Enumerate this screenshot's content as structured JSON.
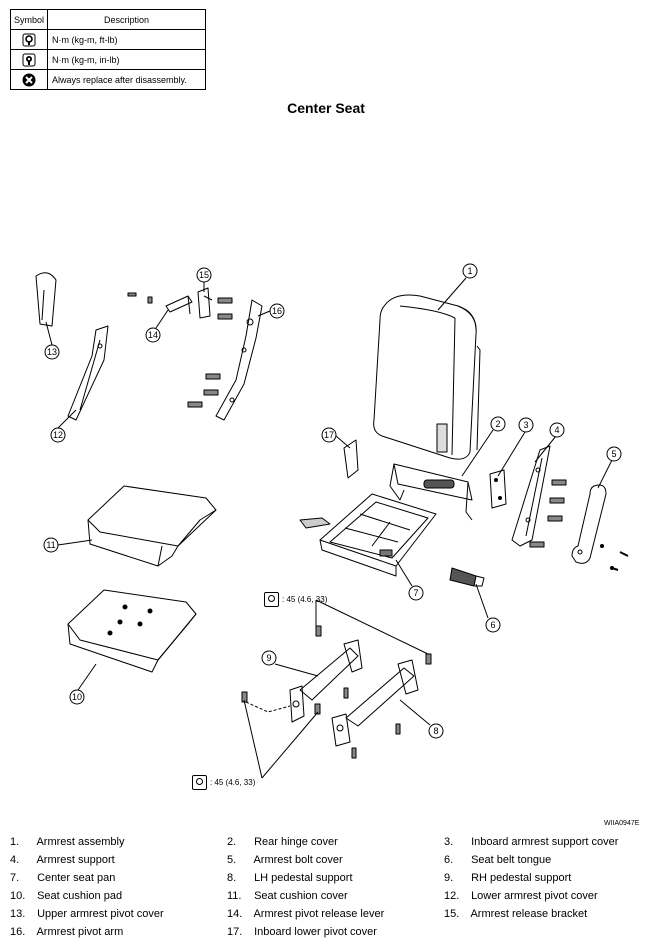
{
  "symbol_table": {
    "header_symbol": "Symbol",
    "header_description": "Description",
    "rows": [
      {
        "icon": "torque-wrench-icon",
        "description": "N·m (kg-m, ft-lb)"
      },
      {
        "icon": "torque-wrench-inlb-icon",
        "description": "N·m (kg-m, in-lb)"
      },
      {
        "icon": "always-replace-icon",
        "description": "Always replace after disassembly."
      }
    ]
  },
  "title": "Center Seat",
  "torque_spec_top": ": 45 (4.6, 33)",
  "torque_spec_bottom": ": 45 (4.6, 33)",
  "figure_code": "WIIA0947E",
  "callouts": [
    "1",
    "2",
    "3",
    "4",
    "5",
    "6",
    "7",
    "8",
    "9",
    "10",
    "11",
    "12",
    "13",
    "14",
    "15",
    "16",
    "17"
  ],
  "legend": [
    {
      "num": "1.",
      "label": "Armrest assembly"
    },
    {
      "num": "2.",
      "label": "Rear hinge cover"
    },
    {
      "num": "3.",
      "label": "Inboard armrest support cover"
    },
    {
      "num": "4.",
      "label": "Armrest support"
    },
    {
      "num": "5.",
      "label": "Armrest bolt cover"
    },
    {
      "num": "6.",
      "label": "Seat belt tongue"
    },
    {
      "num": "7.",
      "label": "Center seat pan"
    },
    {
      "num": "8.",
      "label": "LH pedestal support"
    },
    {
      "num": "9.",
      "label": "RH pedestal support"
    },
    {
      "num": "10.",
      "label": "Seat cushion pad"
    },
    {
      "num": "11.",
      "label": "Seat cushion cover"
    },
    {
      "num": "12.",
      "label": "Lower armrest pivot cover"
    },
    {
      "num": "13.",
      "label": "Upper armrest pivot cover"
    },
    {
      "num": "14.",
      "label": "Armrest pivot release lever"
    },
    {
      "num": "15.",
      "label": "Armrest release bracket"
    },
    {
      "num": "16.",
      "label": "Armrest pivot arm"
    },
    {
      "num": "17.",
      "label": "Inboard lower pivot cover"
    }
  ]
}
